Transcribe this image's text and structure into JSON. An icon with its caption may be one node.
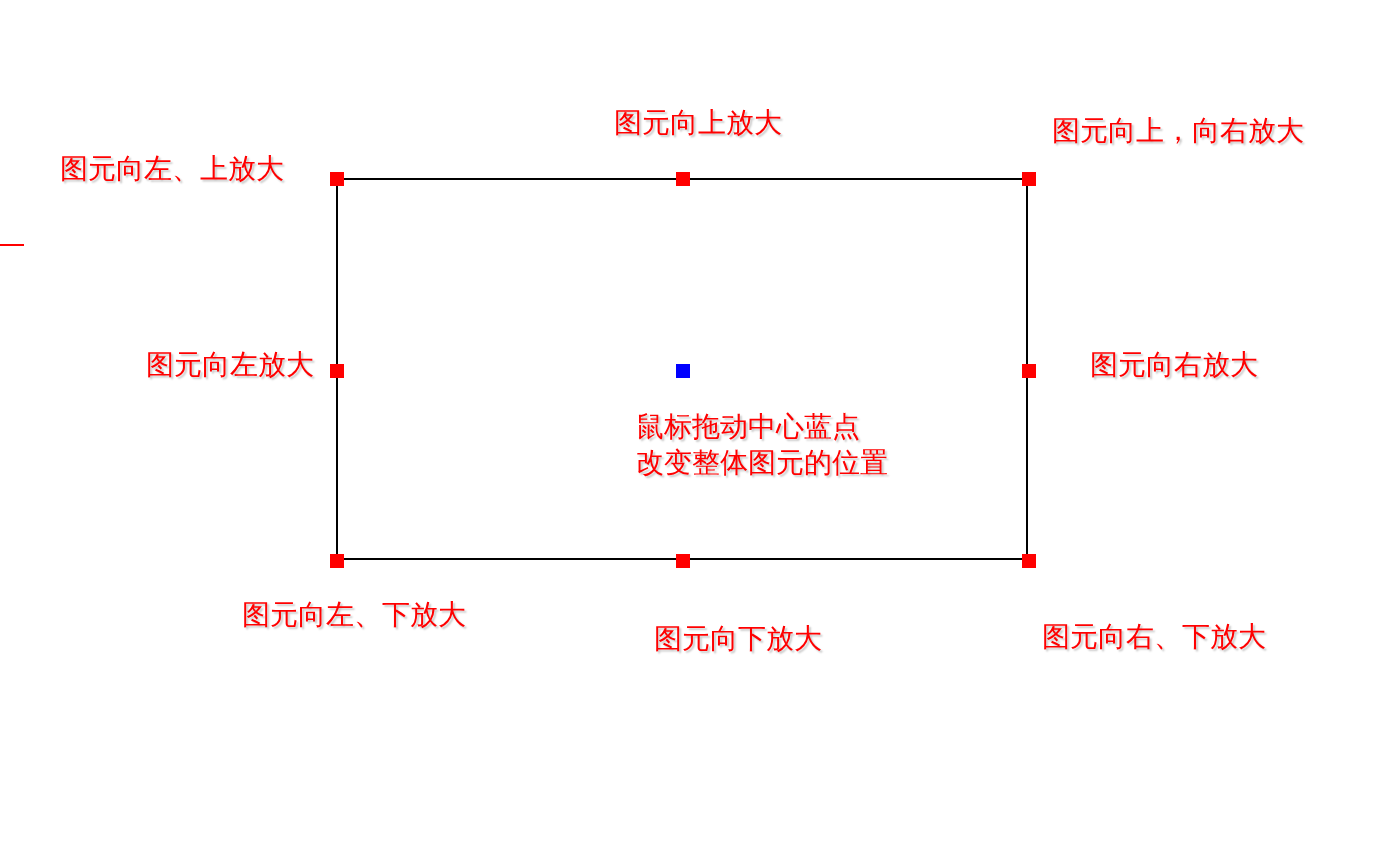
{
  "diagram": {
    "nodes": [
      {
        "text": [
          "鼠标拖动中心蓝点",
          "改变整体图元的位置"
        ]
      }
    ],
    "labels": [
      "图元向上放大",
      "图元向上，向右放大",
      "图元向左、上放大",
      "图元向左放大",
      "图元向右放大",
      "图元向左、下放大",
      "图元向下放大",
      "图元向右、下放大"
    ]
  }
}
